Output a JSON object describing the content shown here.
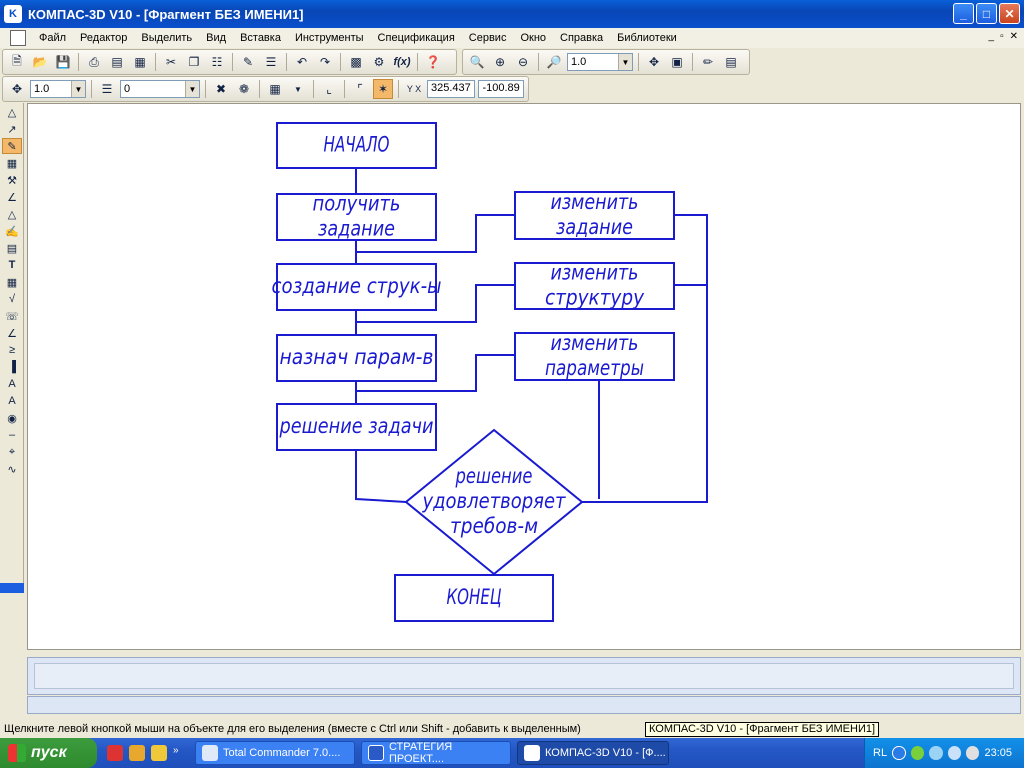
{
  "window": {
    "title": "КОМПАС-3D V10 - [Фрагмент БЕЗ ИМЕНИ1]",
    "icon_label": "K",
    "minimize": "_",
    "maximize": "□",
    "close": "✕"
  },
  "menu": {
    "items": [
      "Файл",
      "Редактор",
      "Выделить",
      "Вид",
      "Вставка",
      "Инструменты",
      "Спецификация",
      "Сервис",
      "Окно",
      "Справка",
      "Библиотеки"
    ],
    "mdi_minimize": "_",
    "mdi_restore": "▫",
    "mdi_close": "✕"
  },
  "toolbar_standard": {
    "icons": [
      "new-icon",
      "open-icon",
      "save-icon",
      "print-icon",
      "preview-icon",
      "print-setup-icon",
      "cut-icon",
      "copy-icon",
      "paste-icon",
      "format-brush-icon",
      "properties-icon",
      "undo-icon",
      "redo-icon",
      "manager-icon",
      "library-icon",
      "fx-icon",
      "help-icon"
    ]
  },
  "toolbar_view": {
    "zoom_value": "1.0",
    "icons": [
      "zoom-window-icon",
      "zoom-in-icon",
      "zoom-out-icon",
      "zoom-scale-icon",
      "pan-icon",
      "show-all-icon",
      "refresh-icon",
      "layers-icon"
    ]
  },
  "toolbar_current_state": {
    "step_value": "1.0",
    "layer_value": "0",
    "x_value": "325.437",
    "y_value": "-100.89",
    "coord_label": "Y X"
  },
  "left_toolbar": {
    "icons": [
      "geometry-icon",
      "dimensions-icon",
      "notation-icon",
      "editing-icon",
      "parametrization-icon",
      "measure-icon",
      "select-icon",
      "spec-icon",
      "text-icon",
      "table-icon",
      "roughness-icon",
      "base-icon",
      "leader-icon",
      "position-icon",
      "mark-icon",
      "level-icon",
      "arrow-icon",
      "section-icon",
      "axis-icon",
      "break-icon",
      "center-icon",
      "wave-icon"
    ]
  },
  "flowchart": {
    "nodes": [
      {
        "id": "start",
        "lines": [
          "НАЧАЛО"
        ]
      },
      {
        "id": "get-task",
        "lines": [
          "получить",
          "задание"
        ]
      },
      {
        "id": "create-structure",
        "lines": [
          "создание струк-ы"
        ]
      },
      {
        "id": "assign-params",
        "lines": [
          "назнач парам-в"
        ]
      },
      {
        "id": "solve",
        "lines": [
          "решение задачи"
        ]
      },
      {
        "id": "decision",
        "lines": [
          "решение",
          "удовлетворяет",
          "требов-м"
        ]
      },
      {
        "id": "end",
        "lines": [
          "КОНЕЦ"
        ]
      },
      {
        "id": "change-task",
        "lines": [
          "изменить",
          "задание"
        ]
      },
      {
        "id": "change-structure",
        "lines": [
          "изменить",
          "структуру"
        ]
      },
      {
        "id": "change-params",
        "lines": [
          "изменить",
          "параметры"
        ]
      }
    ],
    "line_color": "#1a1ad0"
  },
  "status": {
    "hint": "Щелкните левой кнопкой мыши на объекте для его выделения (вместе с Ctrl или Shift - добавить к выделенным)",
    "tooltip": "КОМПАС-3D V10 - [Фрагмент БЕЗ ИМЕНИ1]"
  },
  "taskbar": {
    "start_label": "пуск",
    "tasks": [
      {
        "label": "Total Commander 7.0....",
        "state": "normal",
        "icon": "total-commander-icon"
      },
      {
        "label": "СТРАТЕГИЯ ПРОЕКТ....",
        "state": "normal",
        "icon": "word-icon"
      },
      {
        "label": "КОМПАС-3D V10 - [Ф....",
        "state": "pressed",
        "icon": "kompas-icon"
      }
    ],
    "language": "RL",
    "clock": "23:05"
  }
}
